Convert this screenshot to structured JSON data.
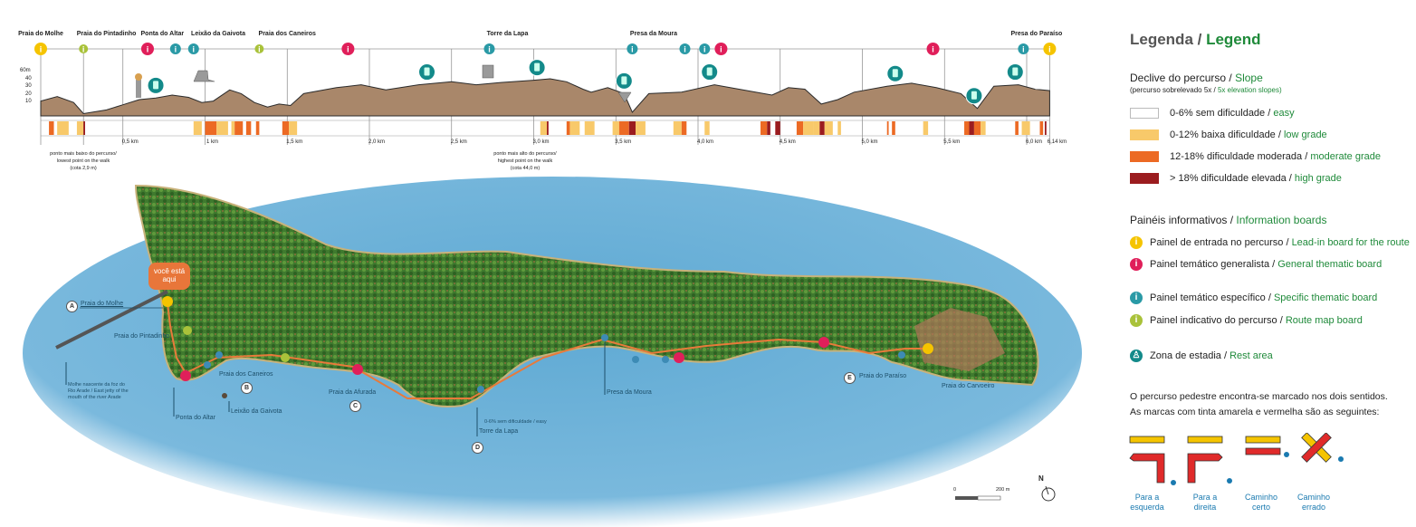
{
  "profile": {
    "places": [
      {
        "name": "Praia do Molhe",
        "km": 0.0
      },
      {
        "name": "Praia do Pintadinho",
        "km": 0.4
      },
      {
        "name": "Ponta do Altar",
        "km": 0.74
      },
      {
        "name": "Leixão da Gaivota",
        "km": 1.08
      },
      {
        "name": "Praia dos Caneiros",
        "km": 1.5
      },
      {
        "name": "Torre da Lapa",
        "km": 2.84
      },
      {
        "name": "Presa da Moura",
        "km": 3.73
      },
      {
        "name": "Presa do Paraíso",
        "km": 6.06
      }
    ],
    "y_ticks": [
      "60m",
      "40",
      "30",
      "20",
      "10"
    ],
    "km_labels": [
      {
        "label": "0,5 km",
        "km": 0.5
      },
      {
        "label": "1 km",
        "km": 1.0
      },
      {
        "label": "1,5 km",
        "km": 1.5
      },
      {
        "label": "2,0 km",
        "km": 2.0
      },
      {
        "label": "2,5 km",
        "km": 2.5
      },
      {
        "label": "3,0 km",
        "km": 3.0
      },
      {
        "label": "3,5 km",
        "km": 3.5
      },
      {
        "label": "4,0 km",
        "km": 4.0
      },
      {
        "label": "4,5 km",
        "km": 4.5
      },
      {
        "label": "5,0 km",
        "km": 5.0
      },
      {
        "label": "5,5 km",
        "km": 5.5
      },
      {
        "label": "6,0 km",
        "km": 6.0
      },
      {
        "label": "6,14 km",
        "km": 6.14
      }
    ],
    "lowest_note": [
      "ponto mais baixo do percurso/",
      "lowest point on the walk",
      "(cota 2,9 m)"
    ],
    "highest_note": [
      "ponto mais alto do percurso/",
      "highest point on the walk",
      "(cota 44,0 m)"
    ],
    "boards": [
      {
        "km": 0.0,
        "type": "lead-in"
      },
      {
        "km": 0.26,
        "type": "route-map"
      },
      {
        "km": 0.65,
        "type": "general"
      },
      {
        "km": 0.82,
        "type": "specific"
      },
      {
        "km": 0.93,
        "type": "specific"
      },
      {
        "km": 1.33,
        "type": "route-map"
      },
      {
        "km": 1.87,
        "type": "general"
      },
      {
        "km": 2.73,
        "type": "specific"
      },
      {
        "km": 3.6,
        "type": "specific"
      },
      {
        "km": 3.92,
        "type": "specific"
      },
      {
        "km": 4.04,
        "type": "specific"
      },
      {
        "km": 4.14,
        "type": "general"
      },
      {
        "km": 5.43,
        "type": "general"
      },
      {
        "km": 5.98,
        "type": "specific"
      },
      {
        "km": 6.14,
        "type": "lead-in"
      }
    ],
    "rest_areas_km": [
      0.7,
      2.35,
      3.02,
      3.55,
      4.07,
      5.2,
      5.68,
      5.93
    ],
    "elevation": [
      [
        0,
        20
      ],
      [
        0.1,
        26
      ],
      [
        0.2,
        18
      ],
      [
        0.26,
        3
      ],
      [
        0.4,
        8
      ],
      [
        0.5,
        15
      ],
      [
        0.6,
        22
      ],
      [
        0.7,
        24
      ],
      [
        0.8,
        28
      ],
      [
        0.9,
        25
      ],
      [
        0.98,
        18
      ],
      [
        1.05,
        20
      ],
      [
        1.15,
        35
      ],
      [
        1.22,
        30
      ],
      [
        1.3,
        18
      ],
      [
        1.38,
        12
      ],
      [
        1.45,
        16
      ],
      [
        1.52,
        14
      ],
      [
        1.6,
        30
      ],
      [
        1.8,
        38
      ],
      [
        1.95,
        42
      ],
      [
        2.1,
        35
      ],
      [
        2.3,
        42
      ],
      [
        2.5,
        46
      ],
      [
        2.65,
        42
      ],
      [
        2.8,
        45
      ],
      [
        3.0,
        48
      ],
      [
        3.1,
        50
      ],
      [
        3.2,
        46
      ],
      [
        3.3,
        36
      ],
      [
        3.35,
        32
      ],
      [
        3.45,
        38
      ],
      [
        3.55,
        30
      ],
      [
        3.6,
        5
      ],
      [
        3.7,
        30
      ],
      [
        3.9,
        32
      ],
      [
        4.1,
        42
      ],
      [
        4.3,
        34
      ],
      [
        4.45,
        28
      ],
      [
        4.55,
        38
      ],
      [
        4.65,
        36
      ],
      [
        4.75,
        16
      ],
      [
        4.85,
        22
      ],
      [
        4.95,
        32
      ],
      [
        5.15,
        40
      ],
      [
        5.3,
        44
      ],
      [
        5.45,
        38
      ],
      [
        5.6,
        30
      ],
      [
        5.7,
        10
      ],
      [
        5.8,
        40
      ],
      [
        5.95,
        42
      ],
      [
        6.05,
        36
      ],
      [
        6.14,
        34
      ]
    ],
    "slope_segments": [
      [
        0.05,
        0.08,
        "moderate"
      ],
      [
        0.1,
        0.17,
        "low"
      ],
      [
        0.22,
        0.26,
        "low"
      ],
      [
        0.26,
        0.27,
        "high"
      ],
      [
        0.93,
        0.98,
        "low"
      ],
      [
        1.0,
        1.07,
        "moderate"
      ],
      [
        1.07,
        1.14,
        "low"
      ],
      [
        1.16,
        1.18,
        "low"
      ],
      [
        1.18,
        1.23,
        "moderate"
      ],
      [
        1.25,
        1.28,
        "moderate"
      ],
      [
        1.31,
        1.33,
        "moderate"
      ],
      [
        1.47,
        1.51,
        "moderate"
      ],
      [
        1.51,
        1.56,
        "low"
      ],
      [
        3.04,
        3.08,
        "low"
      ],
      [
        3.08,
        3.09,
        "high"
      ],
      [
        3.2,
        3.22,
        "moderate"
      ],
      [
        3.22,
        3.28,
        "low"
      ],
      [
        3.31,
        3.37,
        "low"
      ],
      [
        3.48,
        3.52,
        "low"
      ],
      [
        3.52,
        3.58,
        "moderate"
      ],
      [
        3.58,
        3.62,
        "high"
      ],
      [
        3.62,
        3.68,
        "low"
      ],
      [
        3.85,
        3.9,
        "low"
      ],
      [
        3.9,
        3.93,
        "moderate"
      ],
      [
        4.04,
        4.07,
        "low"
      ],
      [
        4.38,
        4.42,
        "moderate"
      ],
      [
        4.42,
        4.44,
        "high"
      ],
      [
        4.47,
        4.5,
        "high"
      ],
      [
        4.6,
        4.64,
        "moderate"
      ],
      [
        4.64,
        4.7,
        "low"
      ],
      [
        4.7,
        4.74,
        "low"
      ],
      [
        4.74,
        4.77,
        "high"
      ],
      [
        4.77,
        4.82,
        "low"
      ],
      [
        4.85,
        4.87,
        "low"
      ],
      [
        5.15,
        5.16,
        "moderate"
      ],
      [
        5.18,
        5.2,
        "moderate"
      ],
      [
        5.37,
        5.4,
        "low"
      ],
      [
        5.62,
        5.65,
        "moderate"
      ],
      [
        5.65,
        5.68,
        "high"
      ],
      [
        5.68,
        5.72,
        "moderate"
      ],
      [
        5.72,
        5.75,
        "low"
      ],
      [
        5.93,
        5.95,
        "moderate"
      ],
      [
        5.97,
        6.02,
        "low"
      ],
      [
        6.08,
        6.1,
        "moderate"
      ],
      [
        6.11,
        6.12,
        "high"
      ]
    ]
  },
  "map": {
    "you_are_here": "você está aqui",
    "labels": {
      "praia_molhe": "Praia do Molhe",
      "praia_pintadinho": "Praia do Pintadinho",
      "molhe_line1": "Molhe nascente da foz do",
      "molhe_line2": "Rio Arade / East jetty of the",
      "molhe_line3": "mouth of the river Arade",
      "ponta_altar": "Ponta do Altar",
      "leixao": "Leixão da Gaivota",
      "praia_caneiros": "Praia dos Caneiros",
      "praia_afurada": "Praia da Afurada",
      "presa_moura": "Presa da Moura",
      "easy_note": "0-6% sem dificuldade / easy",
      "torre_lapa": "Torre da Lapa",
      "praia_paraiso": "Praia do Paraíso",
      "praia_carvoeiro": "Praia do Carvoeiro"
    },
    "points": {
      "a": "A",
      "b": "B",
      "c": "C",
      "d": "D",
      "e": "E"
    },
    "scale": {
      "zero": "0",
      "max": "200 m"
    },
    "north": "N"
  },
  "legend": {
    "title_pt": "Legenda",
    "title_en": "Legend",
    "slope_pt": "Declive do percurso",
    "slope_en": "Slope",
    "slope_sub_pt": "(percurso sobrelevado 5x",
    "slope_sub_en": "5x elevation slopes)",
    "slopes": [
      {
        "pt": "0-6% sem dificuldade",
        "en": "easy",
        "color": "#ffffff"
      },
      {
        "pt": "0-12% baixa dificuldade",
        "en": "low grade",
        "color": "#f8c96a"
      },
      {
        "pt": "12-18% dificuldade moderada",
        "en": "moderate grade",
        "color": "#ec6a24"
      },
      {
        "pt": "> 18% dificuldade elevada",
        "en": "high grade",
        "color": "#9b1c1f"
      }
    ],
    "boards_pt": "Painéis informativos",
    "boards_en": "Information boards",
    "boards": [
      {
        "pt": "Painel de entrada no percurso",
        "en": "Lead-in board for the route",
        "color": "#f5c400"
      },
      {
        "pt": "Painel temático generalista",
        "en": "General thematic board",
        "color": "#e01f5a"
      },
      {
        "pt": "Painel temático específico",
        "en": "Specific thematic board",
        "color": "#2a9aa6"
      },
      {
        "pt": "Painel indicativo do percurso",
        "en": "Route map board",
        "color": "#a9c23a"
      }
    ],
    "rest_pt": "Zona de estadia",
    "rest_en": "Rest area",
    "marked_line1": "O percurso pedestre encontra-se marcado nos dois  sentidos.",
    "marked_line2": "As marcas com tinta amarela e vermelha são as seguintes:",
    "signs": [
      {
        "line1": "Para a",
        "line2": "esquerda"
      },
      {
        "line1": "Para a",
        "line2": "direita"
      },
      {
        "line1": "Caminho",
        "line2": "certo"
      },
      {
        "line1": "Caminho",
        "line2": "errado"
      }
    ]
  }
}
